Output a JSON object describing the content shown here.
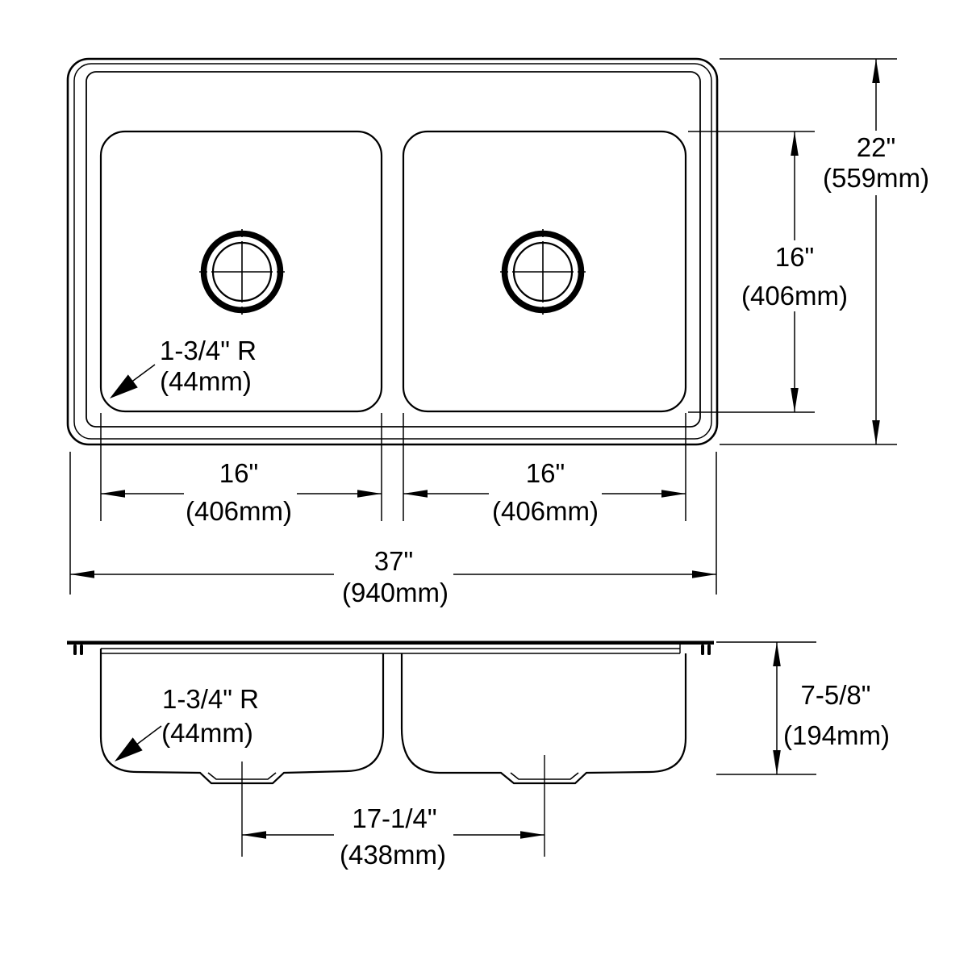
{
  "drawing": {
    "background": "#ffffff",
    "line_color": "#000000",
    "top_view": {
      "radius_callout": {
        "line1": "1-3/4\" R",
        "line2": "(44mm)"
      },
      "dims": {
        "left_bowl_width": {
          "inches": "16\"",
          "metric": "(406mm)"
        },
        "right_bowl_width": {
          "inches": "16\"",
          "metric": "(406mm)"
        },
        "overall_width": {
          "inches": "37\"",
          "metric": "(940mm)"
        },
        "overall_front_to_back": {
          "inches": "22\"",
          "metric": "(559mm)"
        },
        "bowl_front_to_back": {
          "inches": "16\"",
          "metric": "(406mm)"
        }
      }
    },
    "side_view": {
      "radius_callout": {
        "line1": "1-3/4\" R",
        "line2": "(44mm)"
      },
      "dims": {
        "bowl_depth": {
          "inches": "7-5/8\"",
          "metric": "(194mm)"
        },
        "drain_spacing": {
          "inches": "17-1/4\"",
          "metric": "(438mm)"
        }
      }
    }
  }
}
